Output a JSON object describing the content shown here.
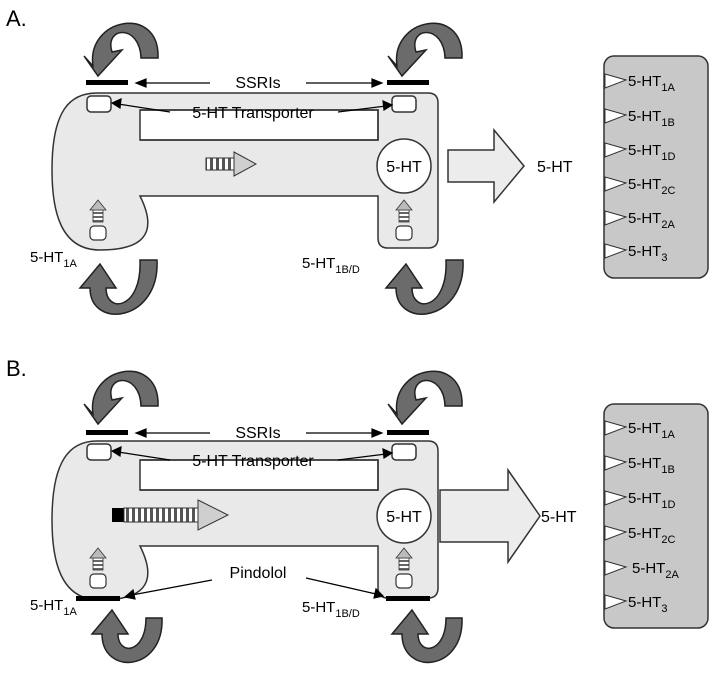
{
  "panels": [
    {
      "label": "A.",
      "ssri_label": "SSRIs",
      "transporter_label": "5-HT Transporter",
      "release_label": "5-HT",
      "soma_autoreceptor": {
        "base": "5-HT",
        "sub": "1A"
      },
      "terminal_autoreceptor": {
        "base": "5-HT",
        "sub": "1B/D"
      },
      "vesicle_label": "5-HT",
      "postsynaptic_receptors": [
        {
          "base": "5-HT",
          "sub": "1A"
        },
        {
          "base": "5-HT",
          "sub": "1B"
        },
        {
          "base": "5-HT",
          "sub": "1D"
        },
        {
          "base": "5-HT",
          "sub": "2C"
        },
        {
          "base": "5-HT",
          "sub": "2A"
        },
        {
          "base": "5-HT",
          "sub": "3"
        }
      ]
    },
    {
      "label": "B.",
      "ssri_label": "SSRIs",
      "transporter_label": "5-HT Transporter",
      "release_label": "5-HT",
      "pindolol_label": "Pindolol",
      "soma_autoreceptor": {
        "base": "5-HT",
        "sub": "1A"
      },
      "terminal_autoreceptor": {
        "base": "5-HT",
        "sub": "1B/D"
      },
      "vesicle_label": "5-HT",
      "postsynaptic_receptors": [
        {
          "base": "5-HT",
          "sub": "1A"
        },
        {
          "base": "5-HT",
          "sub": "1B"
        },
        {
          "base": "5-HT",
          "sub": "1D"
        },
        {
          "base": "5-HT",
          "sub": "2C"
        },
        {
          "base": "5-HT",
          "sub": "2A"
        },
        {
          "base": "5-HT",
          "sub": "3"
        }
      ]
    }
  ],
  "colors": {
    "neuron_fill": "#e9e9e9",
    "receptor_panel_fill": "#c8c8c8",
    "feedback_arrow": "#6b6b6b",
    "release_arrow_fill": "#ececec",
    "outline": "#333333"
  }
}
